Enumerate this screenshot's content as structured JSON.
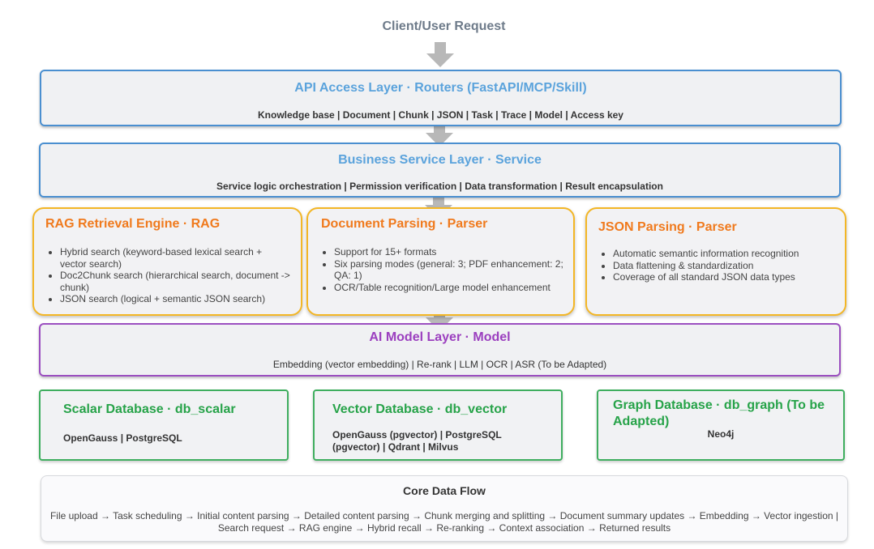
{
  "header": {
    "title": "Client/User Request"
  },
  "api_layer": {
    "title": "API Access Layer · Routers (FastAPI/MCP/Skill)",
    "subtitle": "Knowledge base | Document | Chunk | JSON | Task | Trace | Model | Access key"
  },
  "service_layer": {
    "title": "Business Service Layer · Service",
    "subtitle": "Service logic orchestration | Permission verification | Data transformation | Result encapsulation"
  },
  "engines": [
    {
      "title": "RAG Retrieval Engine · RAG",
      "items": [
        "Hybrid search (keyword-based lexical search + vector search)",
        "Doc2Chunk search (hierarchical search, document -> chunk)",
        "JSON search (logical + semantic JSON search)"
      ]
    },
    {
      "title": "Document Parsing · Parser",
      "items": [
        "Support for 15+ formats",
        "Six parsing modes (general: 3; PDF enhancement: 2; QA: 1)",
        "OCR/Table recognition/Large model enhancement"
      ]
    },
    {
      "title": "JSON Parsing · Parser",
      "items": [
        "Automatic semantic information recognition",
        "Data flattening & standardization",
        "Coverage of all standard JSON data types"
      ]
    }
  ],
  "model_layer": {
    "title": "AI Model Layer · Model",
    "subtitle": "Embedding (vector embedding) | Re-rank | LLM | OCR | ASR (To be Adapted)"
  },
  "databases": [
    {
      "title": "Scalar Database · db_scalar",
      "subtitle": "OpenGauss | PostgreSQL"
    },
    {
      "title": "Vector Database · db_vector",
      "subtitle": "OpenGauss (pgvector) | PostgreSQL (pgvector) | Qdrant | Milvus"
    },
    {
      "title": "Graph Database · db_graph (To be Adapted)",
      "subtitle": "Neo4j"
    }
  ],
  "core_flow": {
    "title": "Core Data Flow",
    "text": "File upload → Task scheduling → Initial content parsing → Detailed content parsing → Chunk merging and splitting → Document summary updates → Embedding → Vector ingestion | Search request → RAG engine → Hybrid recall → Re-ranking → Context association → Returned results"
  },
  "colors": {
    "arrow": "#b8b8b8",
    "api_border": "#4a8fd0",
    "engine_border": "#f3b625",
    "model_border": "#9b4fc0",
    "db_border": "#3fae5f"
  }
}
